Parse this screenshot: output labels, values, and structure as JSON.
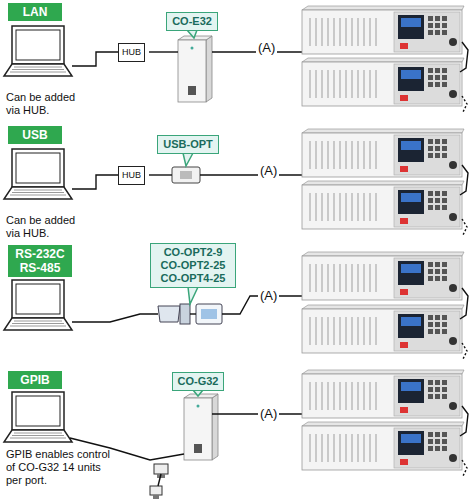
{
  "diagram": {
    "nodes": [
      {
        "text": [
          "LAN"
        ]
      },
      {
        "text": [
          "HUB"
        ]
      },
      {
        "text": [
          "CO-E32"
        ]
      },
      {
        "text": [
          "USB"
        ]
      },
      {
        "text": [
          "HUB"
        ]
      },
      {
        "text": [
          "USB-OPT"
        ]
      },
      {
        "text": [
          "RS-232C RS-485"
        ]
      },
      {
        "text": [
          "CO-OPT2-9 CO-OPT2-25 CO-OPT4-25"
        ]
      },
      {
        "text": [
          "GPIB"
        ]
      },
      {
        "text": [
          "CO-G32"
        ]
      }
    ],
    "labels": [
      "Can be added via HUB.",
      "(A)",
      "Can be added via HUB.",
      "(A)",
      "(A)",
      "GPIB enables control of CO-G32 14 units per port.",
      "(A)"
    ]
  }
}
